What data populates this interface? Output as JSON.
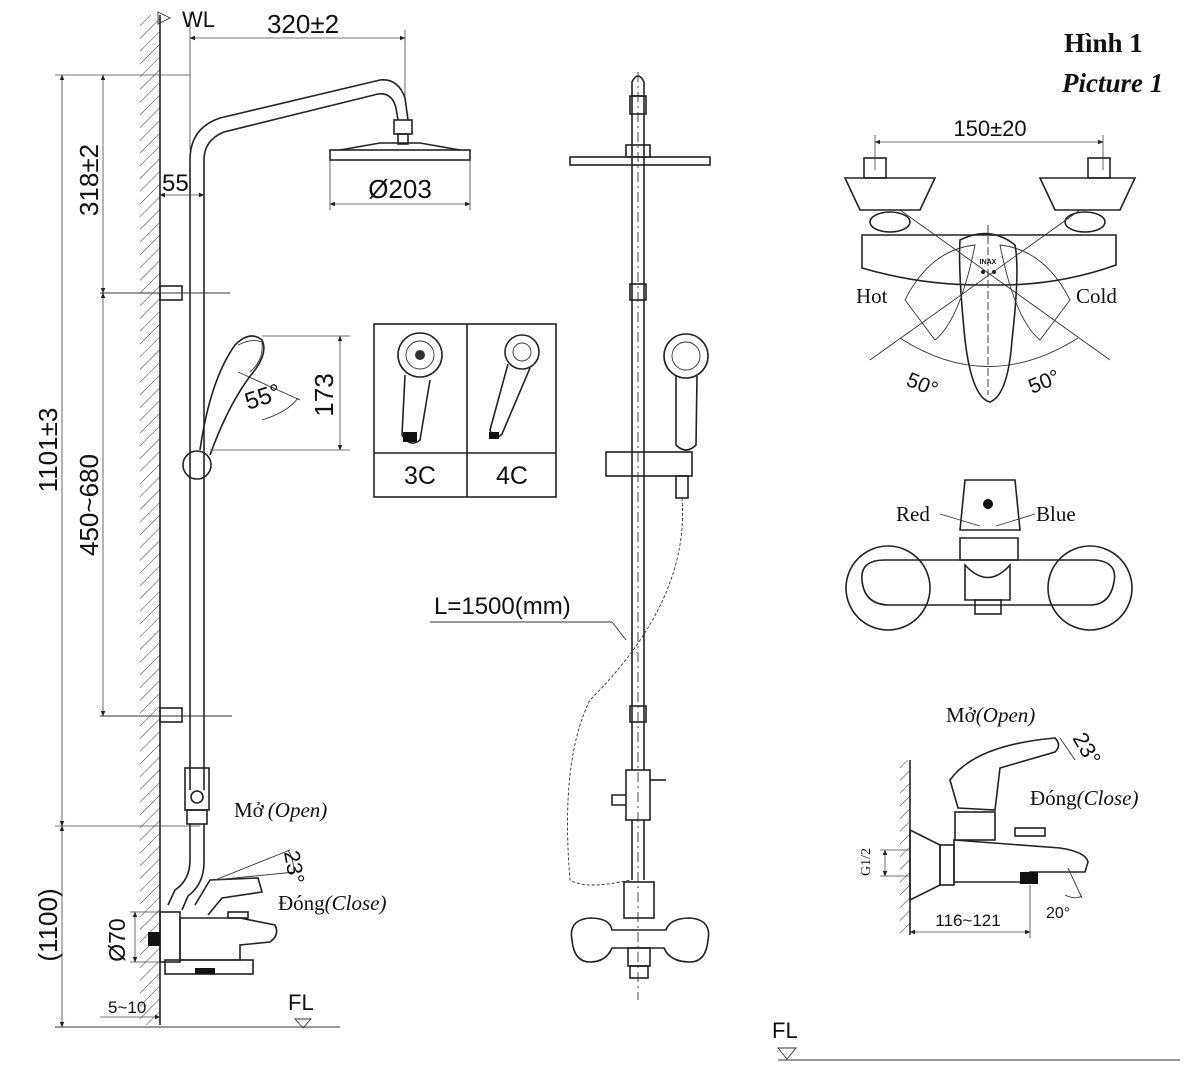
{
  "figure": {
    "title_vi": "Hình 1",
    "title_en": "Picture 1"
  },
  "left_view": {
    "wall_label": "WL",
    "floor_label": "FL",
    "dims": {
      "arm_length": "320±2",
      "arm_offset": "55",
      "head_diameter": "Ø203",
      "top_section": "318±2",
      "total_height": "1101±3",
      "slide_range": "450~680",
      "handshower_height": "173",
      "handshower_angle": "55°",
      "mixer_height": "(1100)",
      "inlet_diameter": "Ø70",
      "wall_gap": "5~10",
      "lever_angle": "23°"
    },
    "lever_open": "Mở",
    "lever_open_en": "(Open)",
    "lever_close": "Đóng",
    "lever_close_en": "(Close)"
  },
  "inset": {
    "options": [
      {
        "label": "3C"
      },
      {
        "label": "4C"
      }
    ]
  },
  "front_view": {
    "hose_length": "L=1500(mm)"
  },
  "top_view": {
    "spacing": "150±20",
    "hot": "Hot",
    "cold": "Cold",
    "angle_left": "50°",
    "angle_right": "50°",
    "brand": "INAX"
  },
  "mixer_front": {
    "red": "Red",
    "blue": "Blue"
  },
  "mixer_side": {
    "open": "Mở",
    "open_en": "(Open)",
    "close": "Đóng",
    "close_en": "(Close)",
    "lever_angle": "23°",
    "spout_angle": "20°",
    "thread": "G1/2",
    "projection": "116~121"
  },
  "bottom": {
    "floor_label": "FL"
  }
}
